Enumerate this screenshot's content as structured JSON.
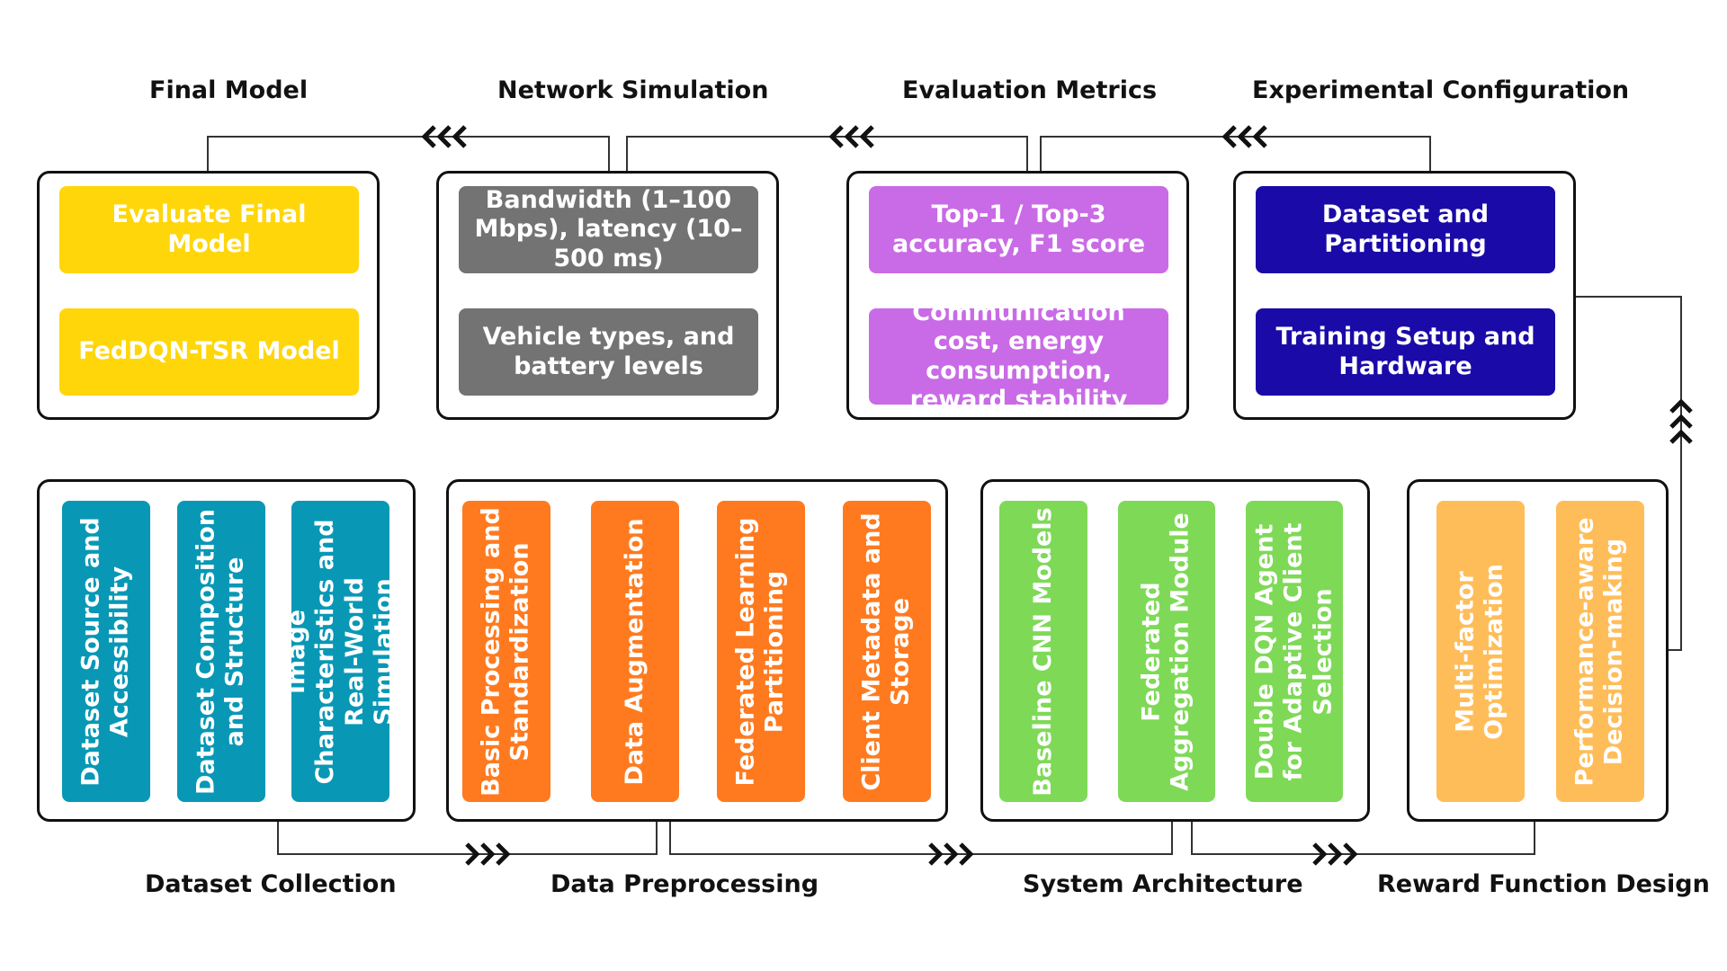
{
  "top_stages": [
    {
      "title": "Final Model",
      "cards": [
        "Evaluate Final Model",
        "FedDQN-TSR Model"
      ]
    },
    {
      "title": "Network Simulation",
      "cards": [
        "Bandwidth (1–100 Mbps), latency (10–500 ms)",
        "Vehicle types, and battery levels"
      ]
    },
    {
      "title": "Evaluation Metrics",
      "cards": [
        "Top-1 / Top-3 accuracy, F1 score",
        "Communication cost, energy consumption, reward stability"
      ]
    },
    {
      "title": "Experimental Configuration",
      "cards": [
        "Dataset and Partitioning",
        "Training Setup and Hardware"
      ]
    }
  ],
  "bottom_stages": [
    {
      "title": "Dataset Collection",
      "cards": [
        "Dataset Source and Accessibility",
        "Dataset Composition and Structure",
        "Image Characteristics and Real-World Simulation"
      ]
    },
    {
      "title": "Data Preprocessing",
      "cards": [
        "Basic Processing and Standardization",
        "Data Augmentation",
        "Federated Learning Partitioning",
        "Client Metadata and Storage"
      ]
    },
    {
      "title": "System Architecture",
      "cards": [
        "Baseline CNN Models",
        "Federated Aggregation Module",
        "Double DQN Agent for Adaptive Client Selection"
      ]
    },
    {
      "title": "Reward Function Design",
      "cards": [
        "Multi-factor Optimization",
        "Performance-aware Decision-making"
      ]
    }
  ],
  "colors": {
    "final_model": "#FFD60A",
    "network_simulation": "#737373",
    "evaluation_metrics": "#C96BE6",
    "experimental_configuration": "#1A0AA8",
    "dataset_collection": "#0898B5",
    "data_preprocessing": "#FF7A1F",
    "system_architecture": "#7ED957",
    "reward_function_design": "#FFBD59"
  }
}
